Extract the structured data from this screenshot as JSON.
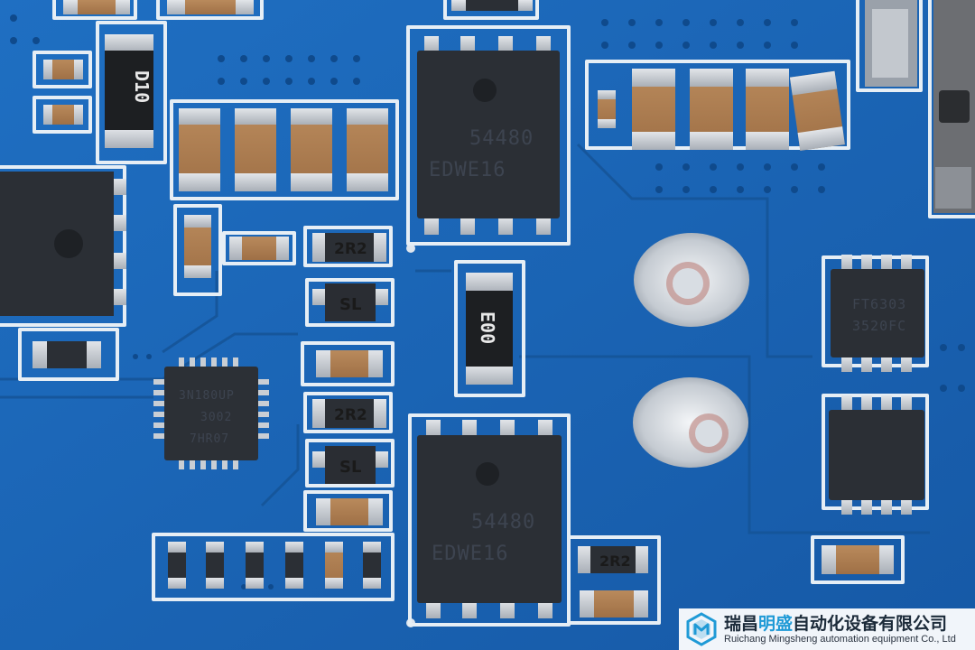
{
  "image": {
    "subject": "Close-up of a blue PCB with power MOSFETs, inductors, capacitors and a controller IC",
    "colors": {
      "board": "#1a66b8",
      "silkscreen": "#e6eef5",
      "package": "#2b2f35",
      "pad": "#c8ccd2"
    }
  },
  "markings": {
    "mosfet_top_line1": "54480",
    "mosfet_top_line2": "EDWE16",
    "mosfet_bottom_line1": "54480",
    "mosfet_bottom_line2": "EDWE16",
    "resistor_d10": "D10",
    "resistor_e00": "E00",
    "inductor_2r2_a": "2R2",
    "inductor_2r2_b": "2R2",
    "inductor_2r2_c": "2R2",
    "diode_sl_a": "SL",
    "diode_sl_b": "SL",
    "ic_right_top_line1": "FT6303",
    "ic_right_top_line2": "3520FC",
    "controller_line1": "3N180UP",
    "controller_line2": "3002",
    "controller_line3": "7HR07"
  },
  "watermark": {
    "title_part1": "瑞昌",
    "title_accent": "明盛",
    "title_part2": "自动化设备有限公司",
    "subtitle": "Ruichang Mingsheng automation equipment Co., Ltd",
    "logo_color": "#1f9ad6"
  }
}
